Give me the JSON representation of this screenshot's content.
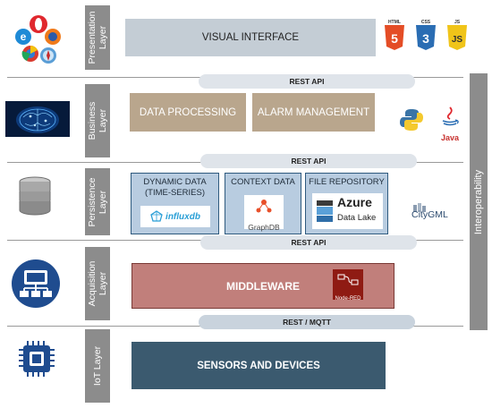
{
  "layers": [
    {
      "label": "Presentation Layer"
    },
    {
      "label": "Business Layer"
    },
    {
      "label": "Persistence Layer"
    },
    {
      "label": "Acquisition Layer"
    },
    {
      "label": "IoT Layer"
    }
  ],
  "interoperability": "Interoperability",
  "presentation": {
    "visual_interface": "VISUAL INTERFACE",
    "tech": [
      "HTML",
      "CSS",
      "JS"
    ],
    "tech_digits": [
      "5",
      "3",
      "JS"
    ]
  },
  "api": [
    "REST API",
    "REST API",
    "REST API",
    "REST / MQTT"
  ],
  "business": {
    "data_processing": "DATA PROCESSING",
    "alarm_management": "ALARM MANAGEMENT",
    "java": "Java"
  },
  "persistence": {
    "dynamic_data": "DYNAMIC DATA",
    "time_series": "(TIME-SERIES)",
    "influx": "influxdb",
    "context_data": "CONTEXT DATA",
    "graphdb": "GraphDB",
    "file_repository": "FILE REPOSITORY",
    "azure": "Azure",
    "data_lake": "Data Lake",
    "citygml": "CityGML"
  },
  "acquisition": {
    "middleware": "MIDDLEWARE",
    "nodered": "Node-RED"
  },
  "iot": {
    "sensors": "SENSORS AND DEVICES"
  },
  "colors": {
    "visual_interface": "#c4cdd5",
    "business_box": "#b9a68d",
    "api_bar": "#dfe4ea",
    "store_fill": "#b8cce0",
    "middleware": "#c17f7b",
    "sensors": "#3b5a6f",
    "layer_label": "#8c8c8c"
  }
}
